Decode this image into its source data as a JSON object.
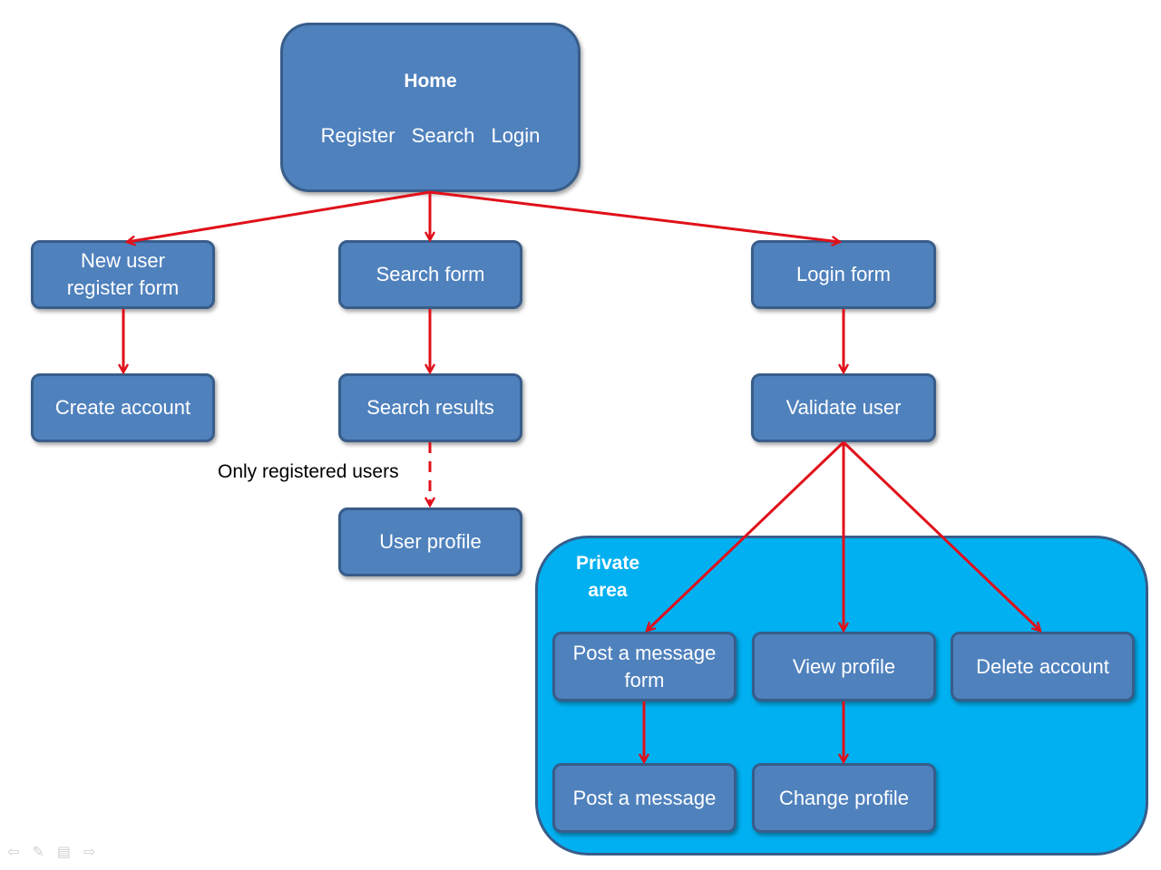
{
  "home": {
    "title": "Home",
    "links": [
      "Register",
      "Search",
      "Login"
    ]
  },
  "nodes": {
    "new_user_register_form": [
      "New user",
      "register form"
    ],
    "search_form": "Search form",
    "login_form": "Login form",
    "create_account": "Create account",
    "search_results": "Search results",
    "validate_user": "Validate user",
    "user_profile": "User profile",
    "post_a_message_form": [
      "Post a message",
      "form"
    ],
    "view_profile": "View profile",
    "delete_account": "Delete account",
    "post_a_message": "Post a message",
    "change_profile": "Change profile"
  },
  "private_area": {
    "label": [
      "Private",
      "area"
    ]
  },
  "edge_label": "Only registered users",
  "colors": {
    "node_fill": "#4f81bd",
    "node_border": "#385d8a",
    "private_fill": "#00b0f0",
    "arrow": "#e0101a"
  },
  "edges": [
    {
      "from": "Home",
      "to": "New user register form",
      "style": "solid"
    },
    {
      "from": "Home",
      "to": "Search form",
      "style": "solid"
    },
    {
      "from": "Home",
      "to": "Login form",
      "style": "solid"
    },
    {
      "from": "New user register form",
      "to": "Create account",
      "style": "solid"
    },
    {
      "from": "Search form",
      "to": "Search results",
      "style": "solid"
    },
    {
      "from": "Login form",
      "to": "Validate user",
      "style": "solid"
    },
    {
      "from": "Search results",
      "to": "User profile",
      "style": "dashed"
    },
    {
      "from": "Validate user",
      "to": "Post a message form",
      "style": "solid"
    },
    {
      "from": "Validate user",
      "to": "View profile",
      "style": "solid"
    },
    {
      "from": "Validate user",
      "to": "Delete account",
      "style": "solid"
    },
    {
      "from": "Post a message form",
      "to": "Post a message",
      "style": "solid"
    },
    {
      "from": "View profile",
      "to": "Change profile",
      "style": "solid"
    }
  ],
  "toolbar_icons": [
    "previous-slide-icon",
    "pen-icon",
    "menu-icon",
    "next-slide-icon"
  ]
}
